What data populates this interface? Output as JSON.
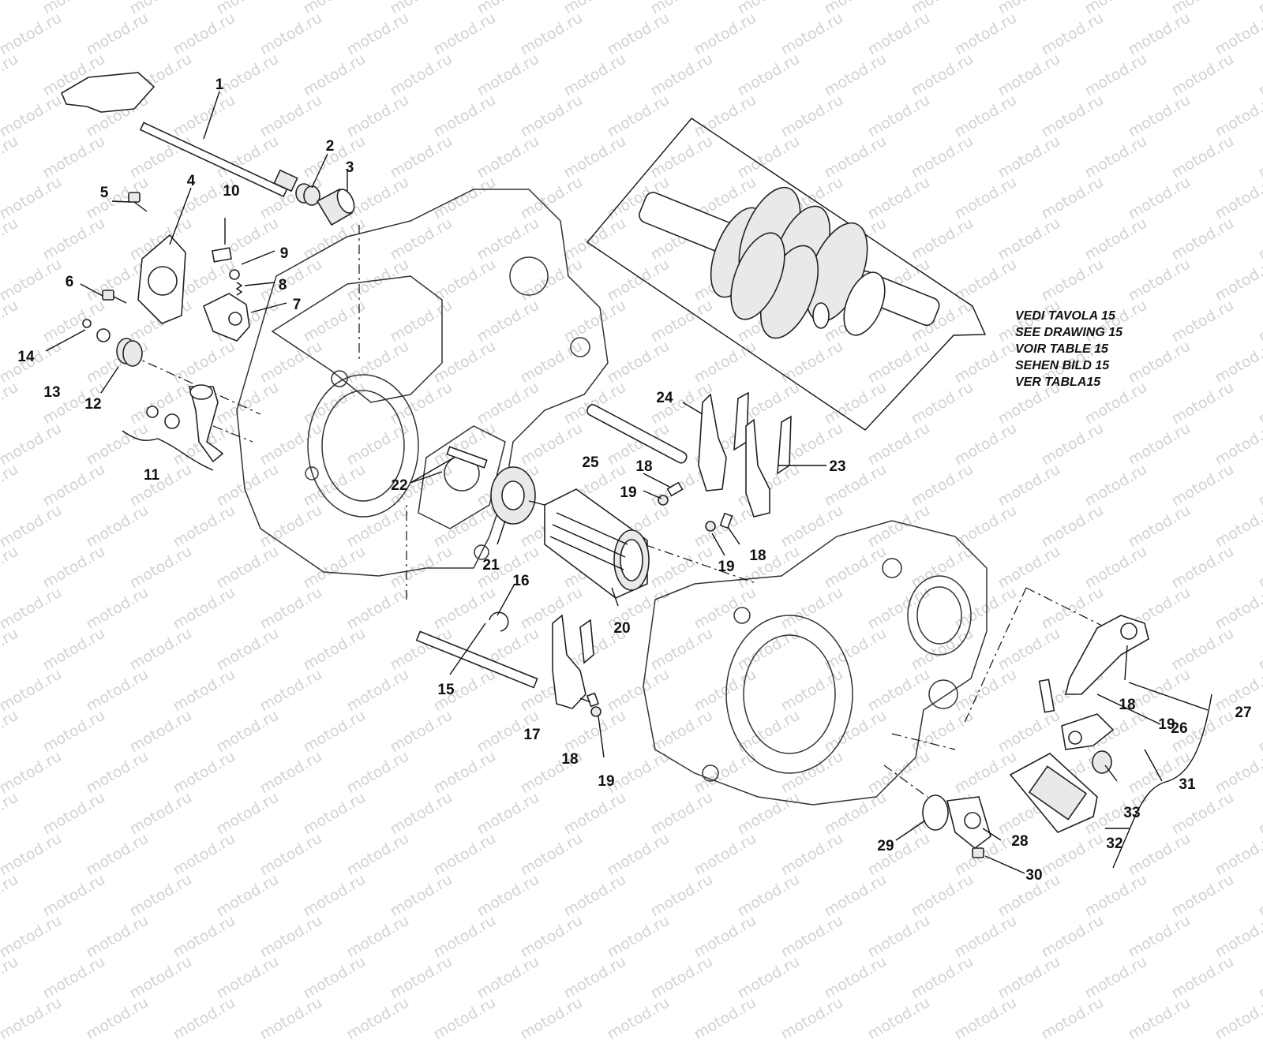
{
  "watermark": "motod.ru",
  "note_lines": [
    "VEDI TAVOLA 15",
    "SEE DRAWING 15",
    "VOIR TABLE 15",
    "SEHEN BILD 15",
    "VER TABLA15"
  ],
  "callouts": [
    "1",
    "2",
    "3",
    "4",
    "5",
    "6",
    "7",
    "8",
    "9",
    "10",
    "11",
    "12",
    "13",
    "14",
    "15",
    "16",
    "17",
    "18",
    "18",
    "18",
    "18",
    "19",
    "19",
    "19",
    "19",
    "20",
    "21",
    "22",
    "23",
    "24",
    "25",
    "26",
    "27",
    "28",
    "29",
    "30",
    "31",
    "32",
    "33"
  ],
  "icons": [
    "gear-shift-shaft-icon",
    "crankcase-half-icon",
    "transmission-gear-cluster-icon",
    "shift-drum-icon",
    "shift-fork-icon",
    "kickstart-lever-icon"
  ]
}
